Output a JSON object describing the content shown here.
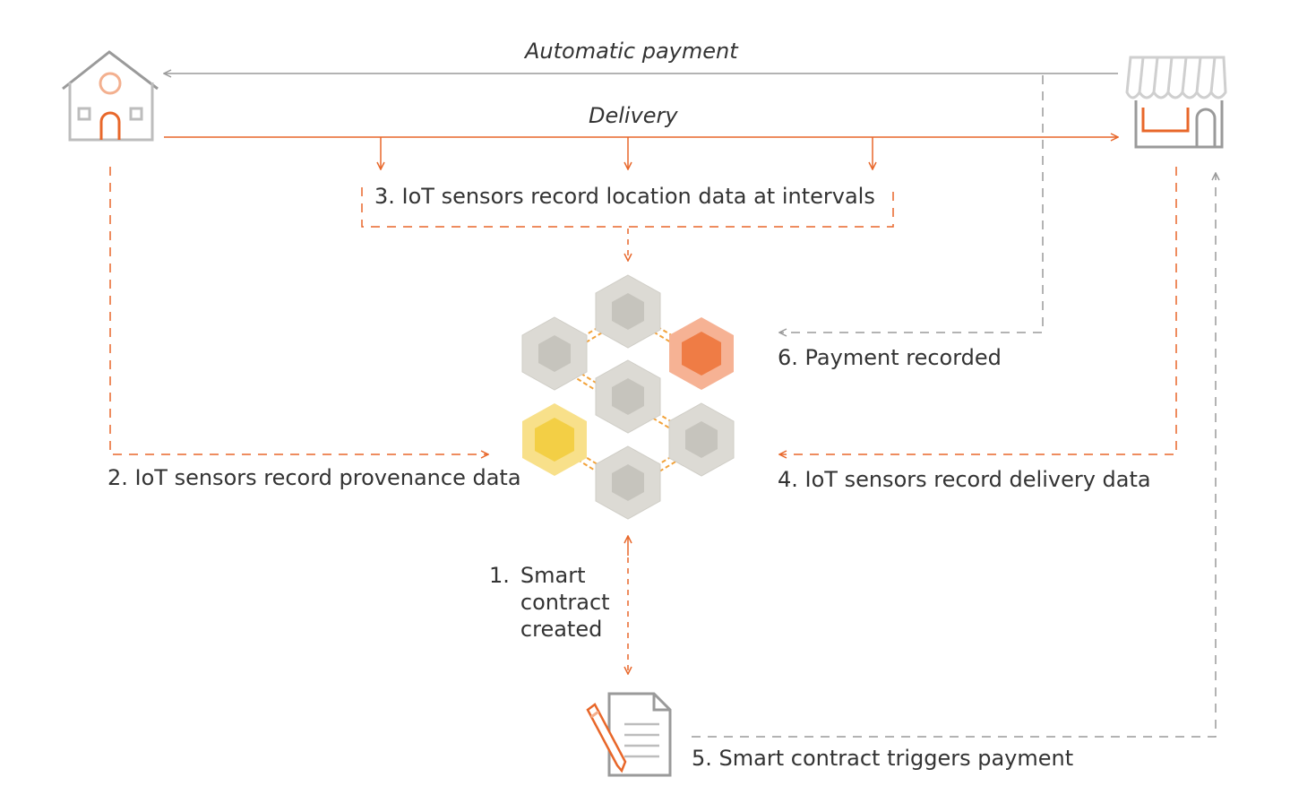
{
  "flows": {
    "automatic_payment": "Automatic payment",
    "delivery": "Delivery"
  },
  "steps": {
    "step1_number": "1.",
    "step1_lines": [
      "Smart",
      "contract",
      "created"
    ],
    "step2": "2. IoT sensors record provenance data",
    "step3": "3. IoT sensors record location data at intervals",
    "step4": "4. IoT sensors record delivery data",
    "step5": "5. Smart contract triggers payment",
    "step6": "6. Payment recorded"
  },
  "icons": {
    "supplier": "house-icon",
    "retailer": "storefront-icon",
    "contract": "contract-document-icon",
    "ledger": "blockchain-cubes-icon"
  },
  "colors": {
    "accent": "#e8672a",
    "accent_light": "#f3b08f",
    "gray_line": "#9a9a9a",
    "cube_gray": "#d6d4ce",
    "cube_orange": "#f08a5d",
    "cube_yellow": "#f6d86e",
    "text": "#333333"
  }
}
